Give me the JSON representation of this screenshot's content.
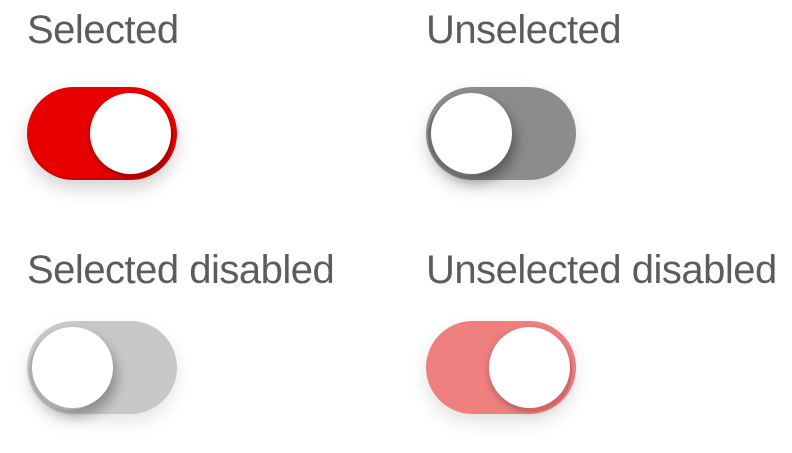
{
  "toggles": [
    {
      "label": "Selected",
      "state": "on",
      "color": "#e60000"
    },
    {
      "label": "Unselected",
      "state": "off",
      "color": "#8c8c8c"
    },
    {
      "label": "Selected disabled",
      "state": "off",
      "color": "#c8c8c8"
    },
    {
      "label": "Unselected disabled",
      "state": "on",
      "color": "#f08080"
    }
  ],
  "colors": {
    "label_text": "#5c5c5c",
    "knob": "#ffffff"
  }
}
